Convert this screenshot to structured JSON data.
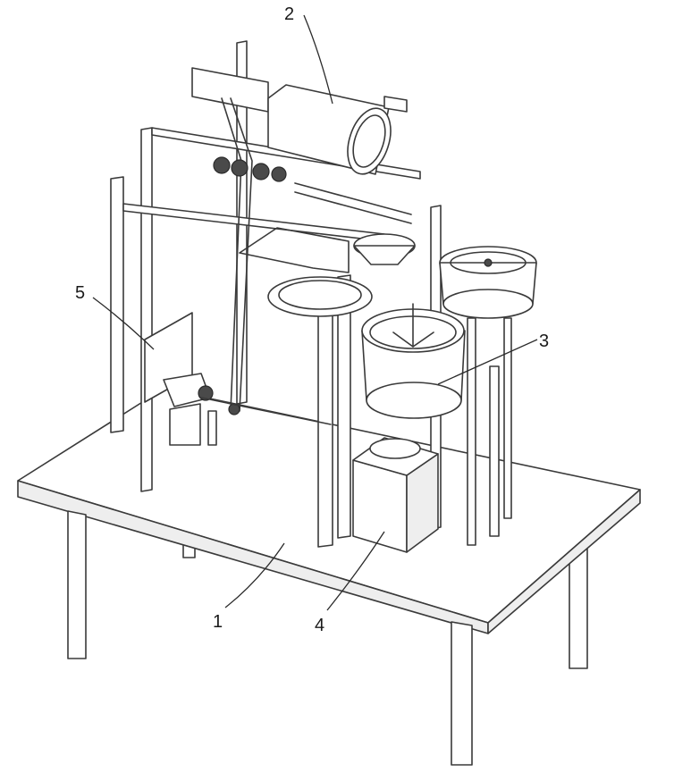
{
  "labels": {
    "l1": "1",
    "l2": "2",
    "l3": "3",
    "l4": "4",
    "l5": "5"
  },
  "colors": {
    "line": "#3a3a3a",
    "fill": "#ffffff",
    "shade": "#eeeeee"
  }
}
